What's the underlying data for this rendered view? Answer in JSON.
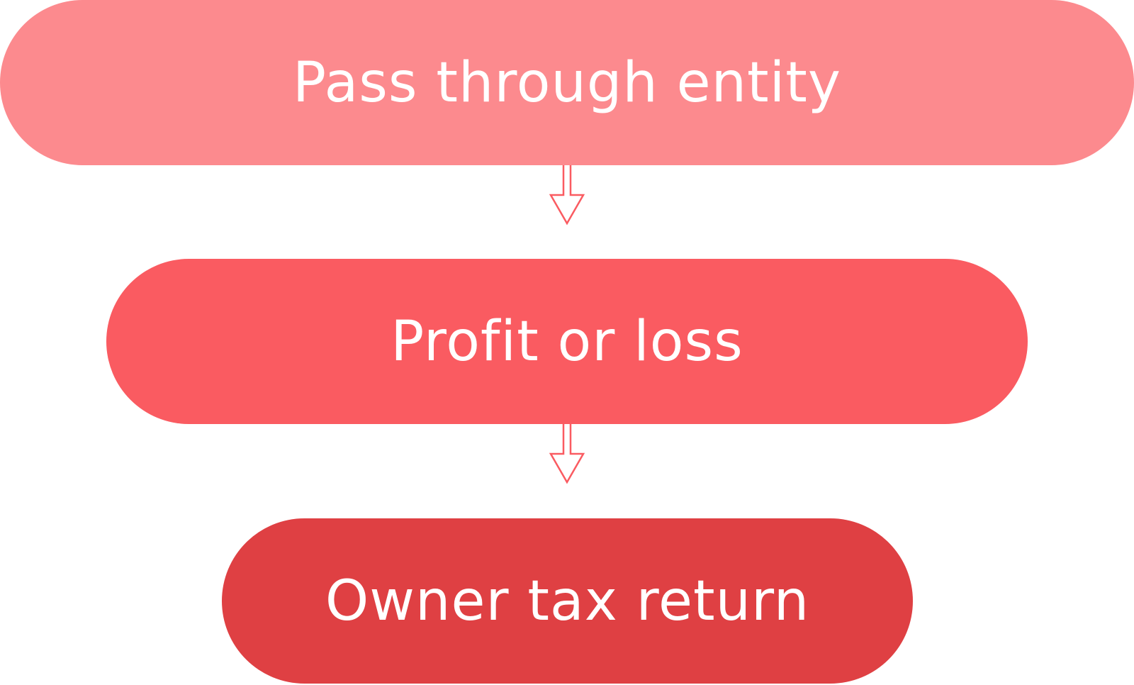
{
  "diagram": {
    "nodes": [
      {
        "label": "Pass through entity",
        "color": "#FC8A8E"
      },
      {
        "label": "Profit or loss",
        "color": "#FA5B61"
      },
      {
        "label": "Owner tax return",
        "color": "#DF4043"
      }
    ],
    "connector_color": "#FA5B61"
  }
}
